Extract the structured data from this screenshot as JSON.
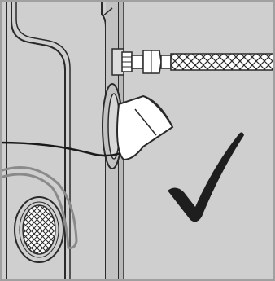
{
  "figure": {
    "style": "installation-illustration",
    "verdict": "correct",
    "checkmark_icon": "checkmark",
    "colors": {
      "background": "#cfcfcf",
      "frame": "#a0a0a0",
      "outline": "#2a2a2a",
      "white": "#ffffff",
      "checkmark": "#1e1e1e",
      "cord_gray": "#8a8a8a"
    }
  }
}
